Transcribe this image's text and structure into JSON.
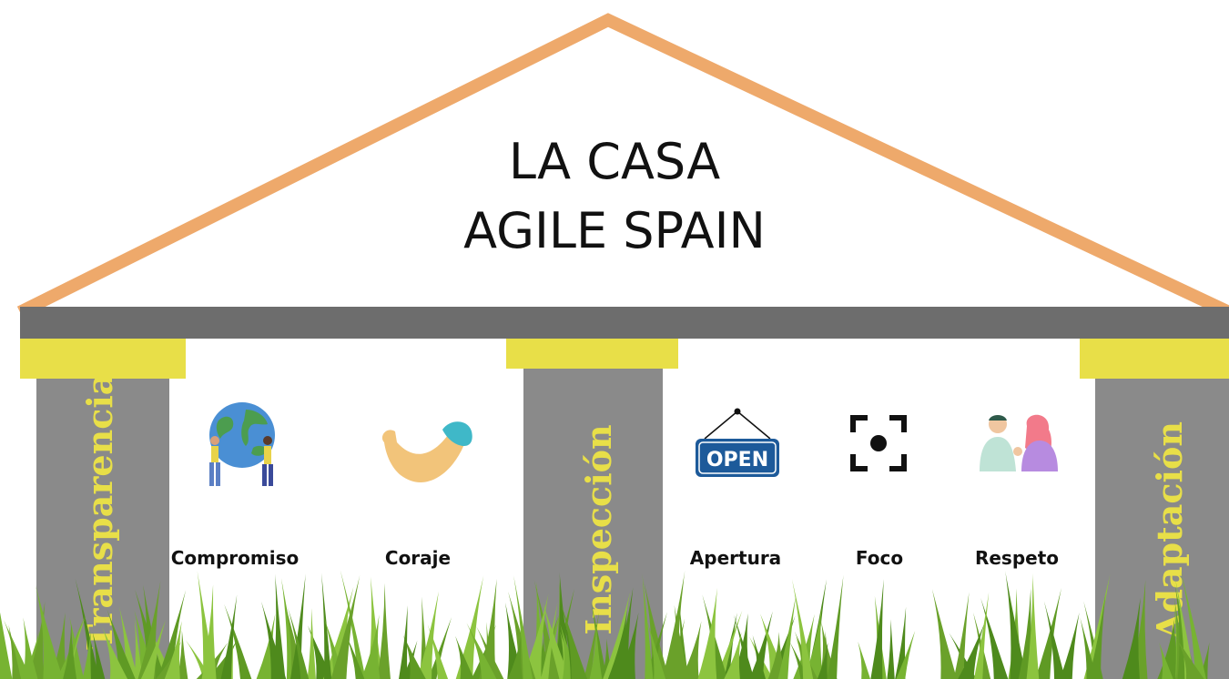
{
  "title": {
    "line1": "LA CASA",
    "line2": "AGILE SPAIN"
  },
  "pillars": [
    {
      "label": "Transparencia"
    },
    {
      "label": "Inspección"
    },
    {
      "label": "Adaptación"
    }
  ],
  "values": [
    {
      "label": "Compromiso",
      "icon": "globe-people-icon"
    },
    {
      "label": "Coraje",
      "icon": "flexed-arm-icon"
    },
    {
      "label": "Apertura",
      "icon": "open-sign-icon",
      "sign_text": "OPEN"
    },
    {
      "label": "Foco",
      "icon": "focus-icon"
    },
    {
      "label": "Respeto",
      "icon": "people-greeting-icon"
    }
  ],
  "colors": {
    "roof": "#eea96b",
    "beam": "#6d6d6d",
    "cap": "#e8df48",
    "pillar": "#8a8a8a",
    "pillar_text": "#e8df48",
    "grass": "#6aa12a"
  }
}
